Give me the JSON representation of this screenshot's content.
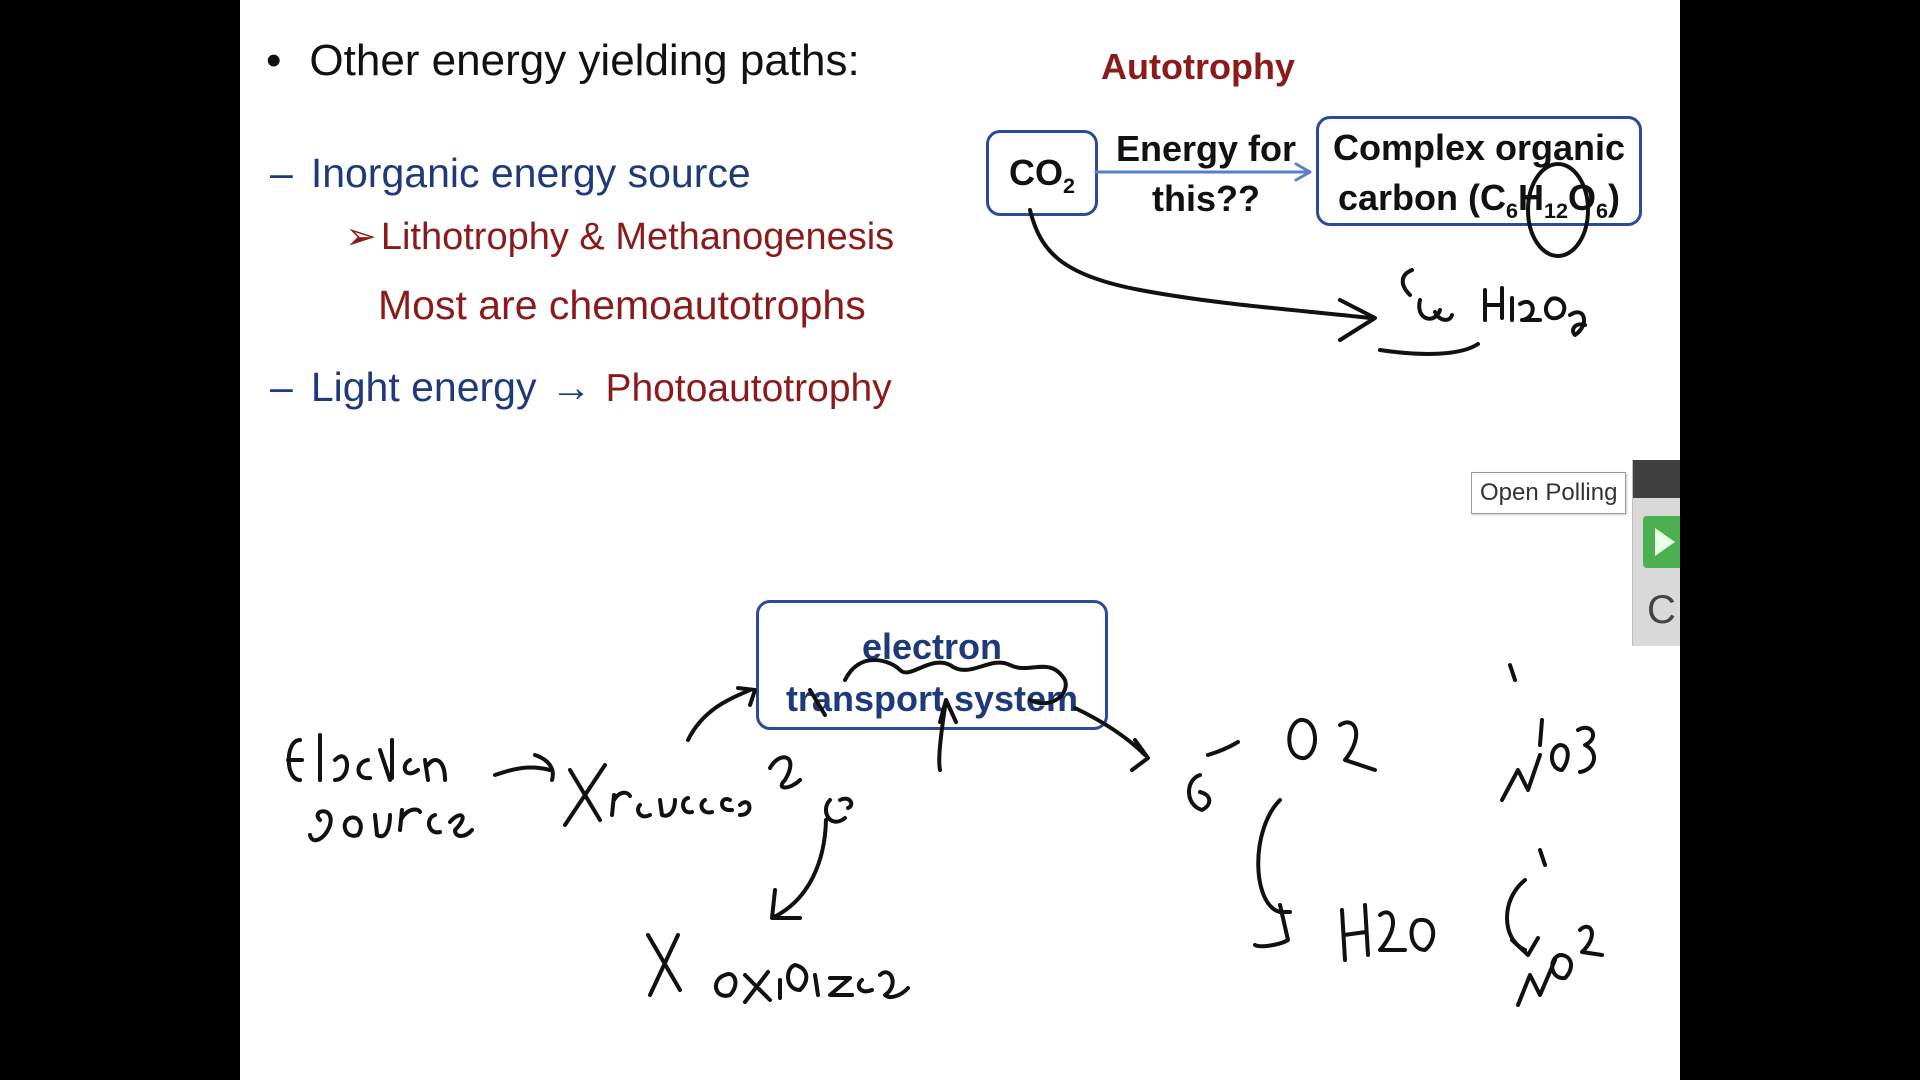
{
  "slide": {
    "bullet_main": "Other energy yielding paths:",
    "bullet_symbol": "•",
    "dash": "–",
    "sub1": "Inorganic energy source",
    "subsub_arrow": "➢",
    "subsub": "Lithotrophy & Methanogenesis",
    "most": "Most are chemoautotrophs",
    "sub2_prefix": "Light energy",
    "sub2_arrow": "→",
    "sub2_suffix": "Photoautotrophy"
  },
  "diagram": {
    "title": "Autotrophy",
    "co2": "CO",
    "co2_sub": "2",
    "energy_line1": "Energy for",
    "energy_line2": "this??",
    "complex_line1": "Complex organic",
    "complex_line2_prefix": "carbon (C",
    "complex_sub1": "6",
    "complex_h": "H",
    "complex_sub2": "12",
    "complex_o": "O",
    "complex_sub3": "6",
    "complex_close": ")",
    "ets_line1": "electron",
    "ets_line2": "transport system"
  },
  "overlay": {
    "tooltip": "Open Polling",
    "panel_letter": "C"
  },
  "colors": {
    "navy": "#1f3a7a",
    "dark_red": "#8b1a1a",
    "box_border": "#2b4a9a",
    "panel_green": "#4caf50"
  },
  "icons": [
    "play-icon"
  ]
}
